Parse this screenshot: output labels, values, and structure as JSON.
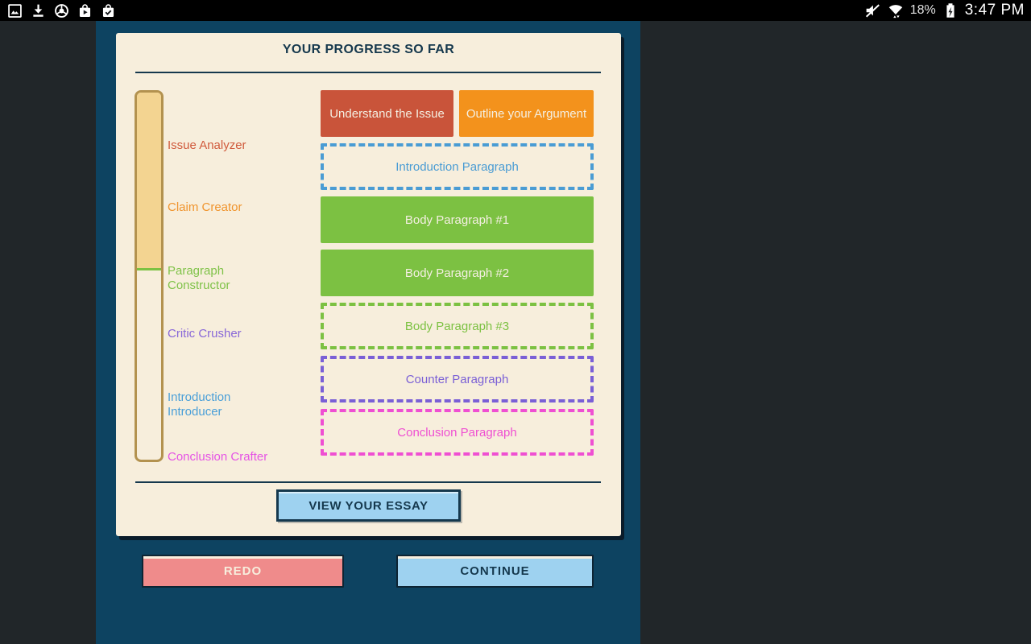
{
  "status_bar": {
    "time": "3:47 PM",
    "battery_percent": "18%",
    "notification_icons": [
      "image-icon",
      "download-icon",
      "chrome-icon",
      "play-store-icon",
      "updates-done-icon"
    ],
    "status_icons": [
      "mute-icon",
      "wifi-icon",
      "battery-charging-icon"
    ]
  },
  "card": {
    "title": "YOUR PROGRESS SO FAR",
    "meter": {
      "fill_percent": 48.5,
      "fill_color": "#f3d491",
      "border_color": "#b3924f",
      "marker_color": "#7cc142"
    },
    "stages": [
      {
        "label": "Issue Analyzer",
        "color": "#d05a3c"
      },
      {
        "label": "Claim Creator",
        "color": "#f0942d"
      },
      {
        "label": "Paragraph Constructor",
        "color": "#7fc248"
      },
      {
        "label": "Critic Crusher",
        "color": "#8867d8"
      },
      {
        "label": "Introduction Introducer",
        "color": "#4a9fd8"
      },
      {
        "label": "Conclusion Crafter",
        "color": "#e553e5"
      }
    ],
    "blocks": [
      {
        "label": "Understand the Issue",
        "state": "done",
        "color": "#c9543a"
      },
      {
        "label": "Outline your Argument",
        "state": "done",
        "color": "#f3921c"
      },
      {
        "label": "Introduction Paragraph",
        "state": "todo",
        "color": "#4a9cd4"
      },
      {
        "label": "Body Paragraph #1",
        "state": "done",
        "color": "#7cc142"
      },
      {
        "label": "Body Paragraph #2",
        "state": "done",
        "color": "#7cc142"
      },
      {
        "label": "Body Paragraph #3",
        "state": "todo",
        "color": "#7cc142"
      },
      {
        "label": "Counter Paragraph",
        "state": "todo",
        "color": "#7a5fd6"
      },
      {
        "label": "Conclusion Paragraph",
        "state": "todo",
        "color": "#ef4fd2"
      }
    ],
    "view_essay_label": "VIEW YOUR ESSAY"
  },
  "footer": {
    "redo_label": "REDO",
    "continue_label": "CONTINUE",
    "redo_color": "#ef8b8b",
    "continue_color": "#9ed2f0"
  }
}
